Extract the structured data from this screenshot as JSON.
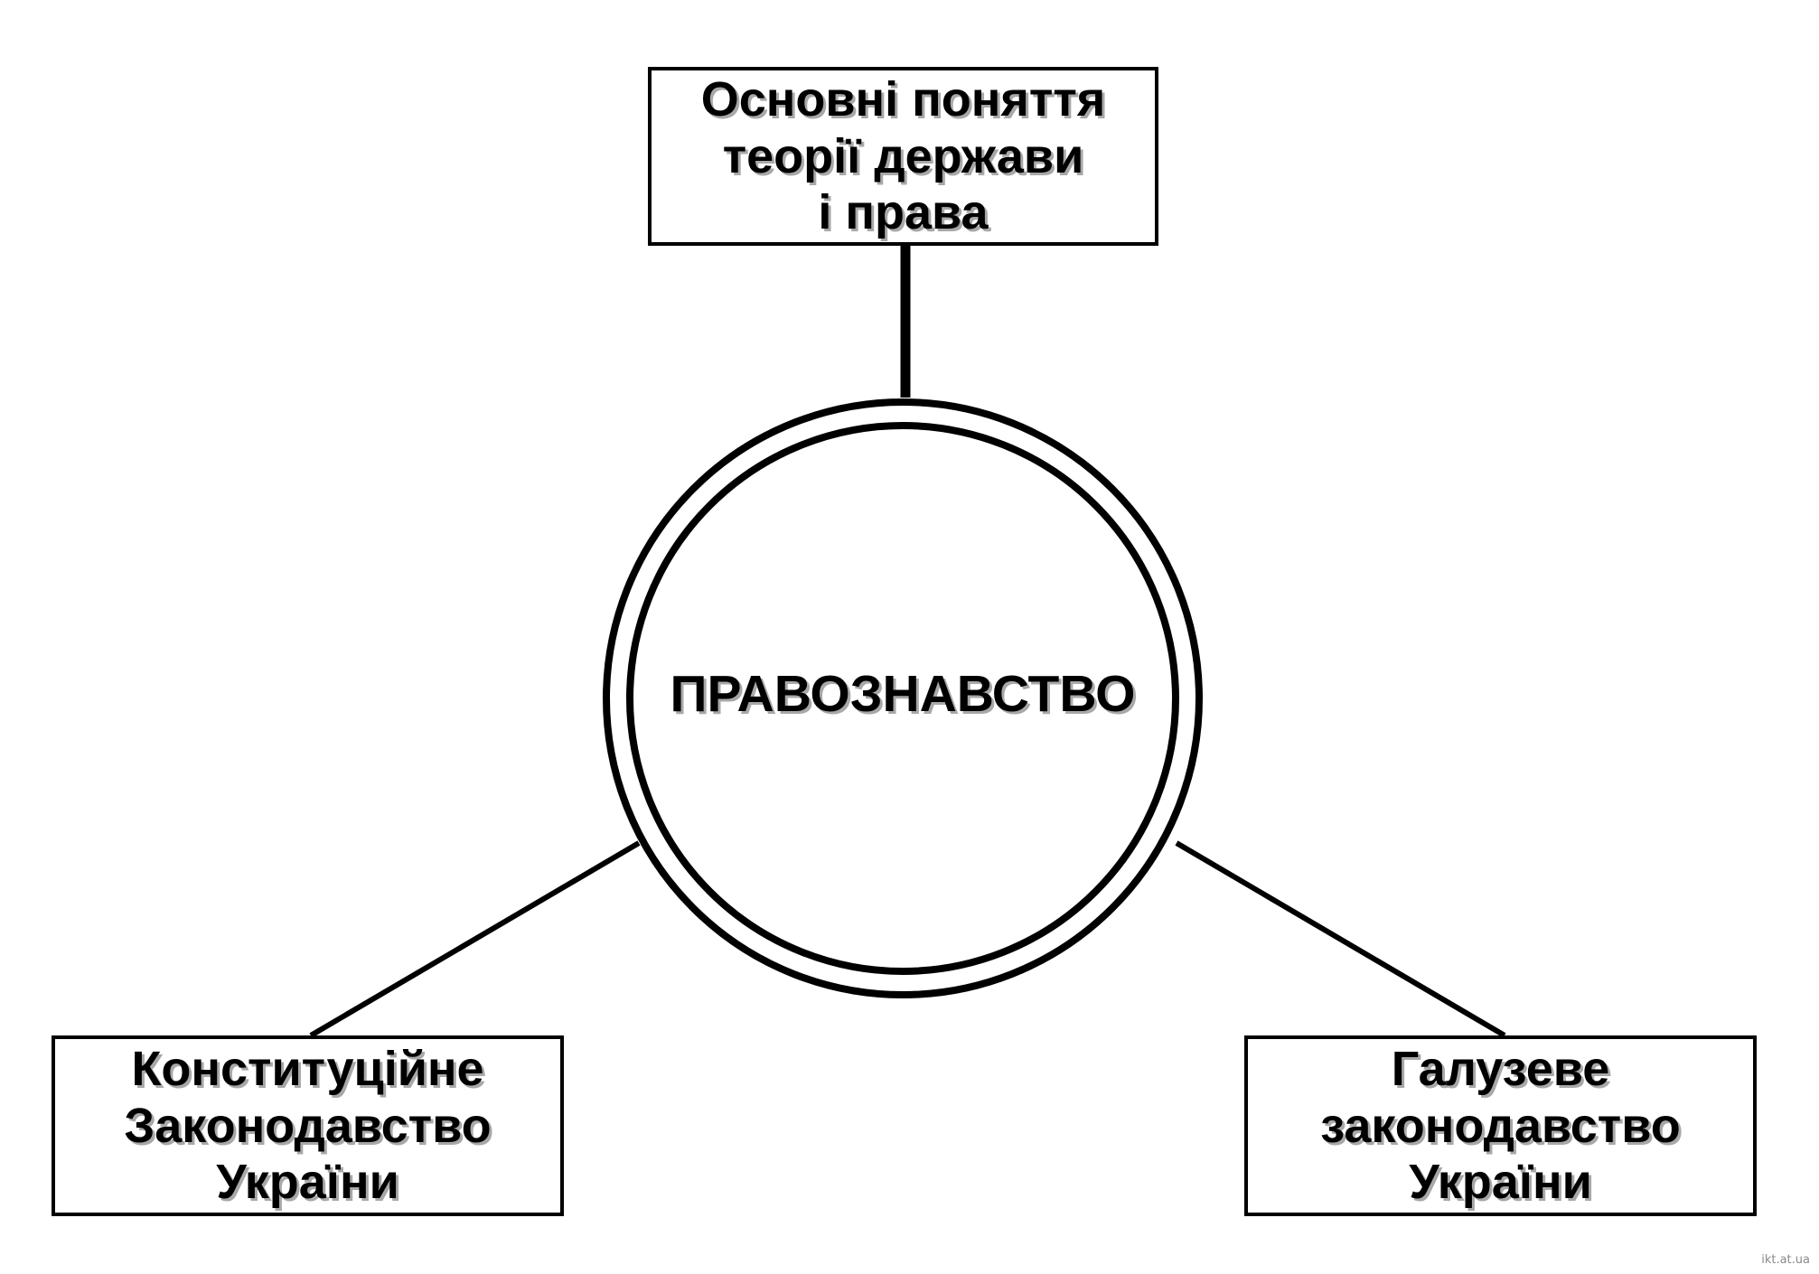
{
  "center": {
    "label": "ПРАВОЗНАВСТВО"
  },
  "nodes": {
    "top": {
      "lines": [
        "Основні поняття",
        "теорії держави",
        "і права"
      ]
    },
    "left": {
      "lines": [
        "Конституційне",
        "Законодавство",
        "України"
      ]
    },
    "right": {
      "lines": [
        "Галузеве",
        "законодавство",
        "України"
      ]
    }
  },
  "watermark": "ikt.at.ua",
  "colors": {
    "stroke": "#000000",
    "text_shadow": "#a8a8a8",
    "background": "#ffffff"
  }
}
